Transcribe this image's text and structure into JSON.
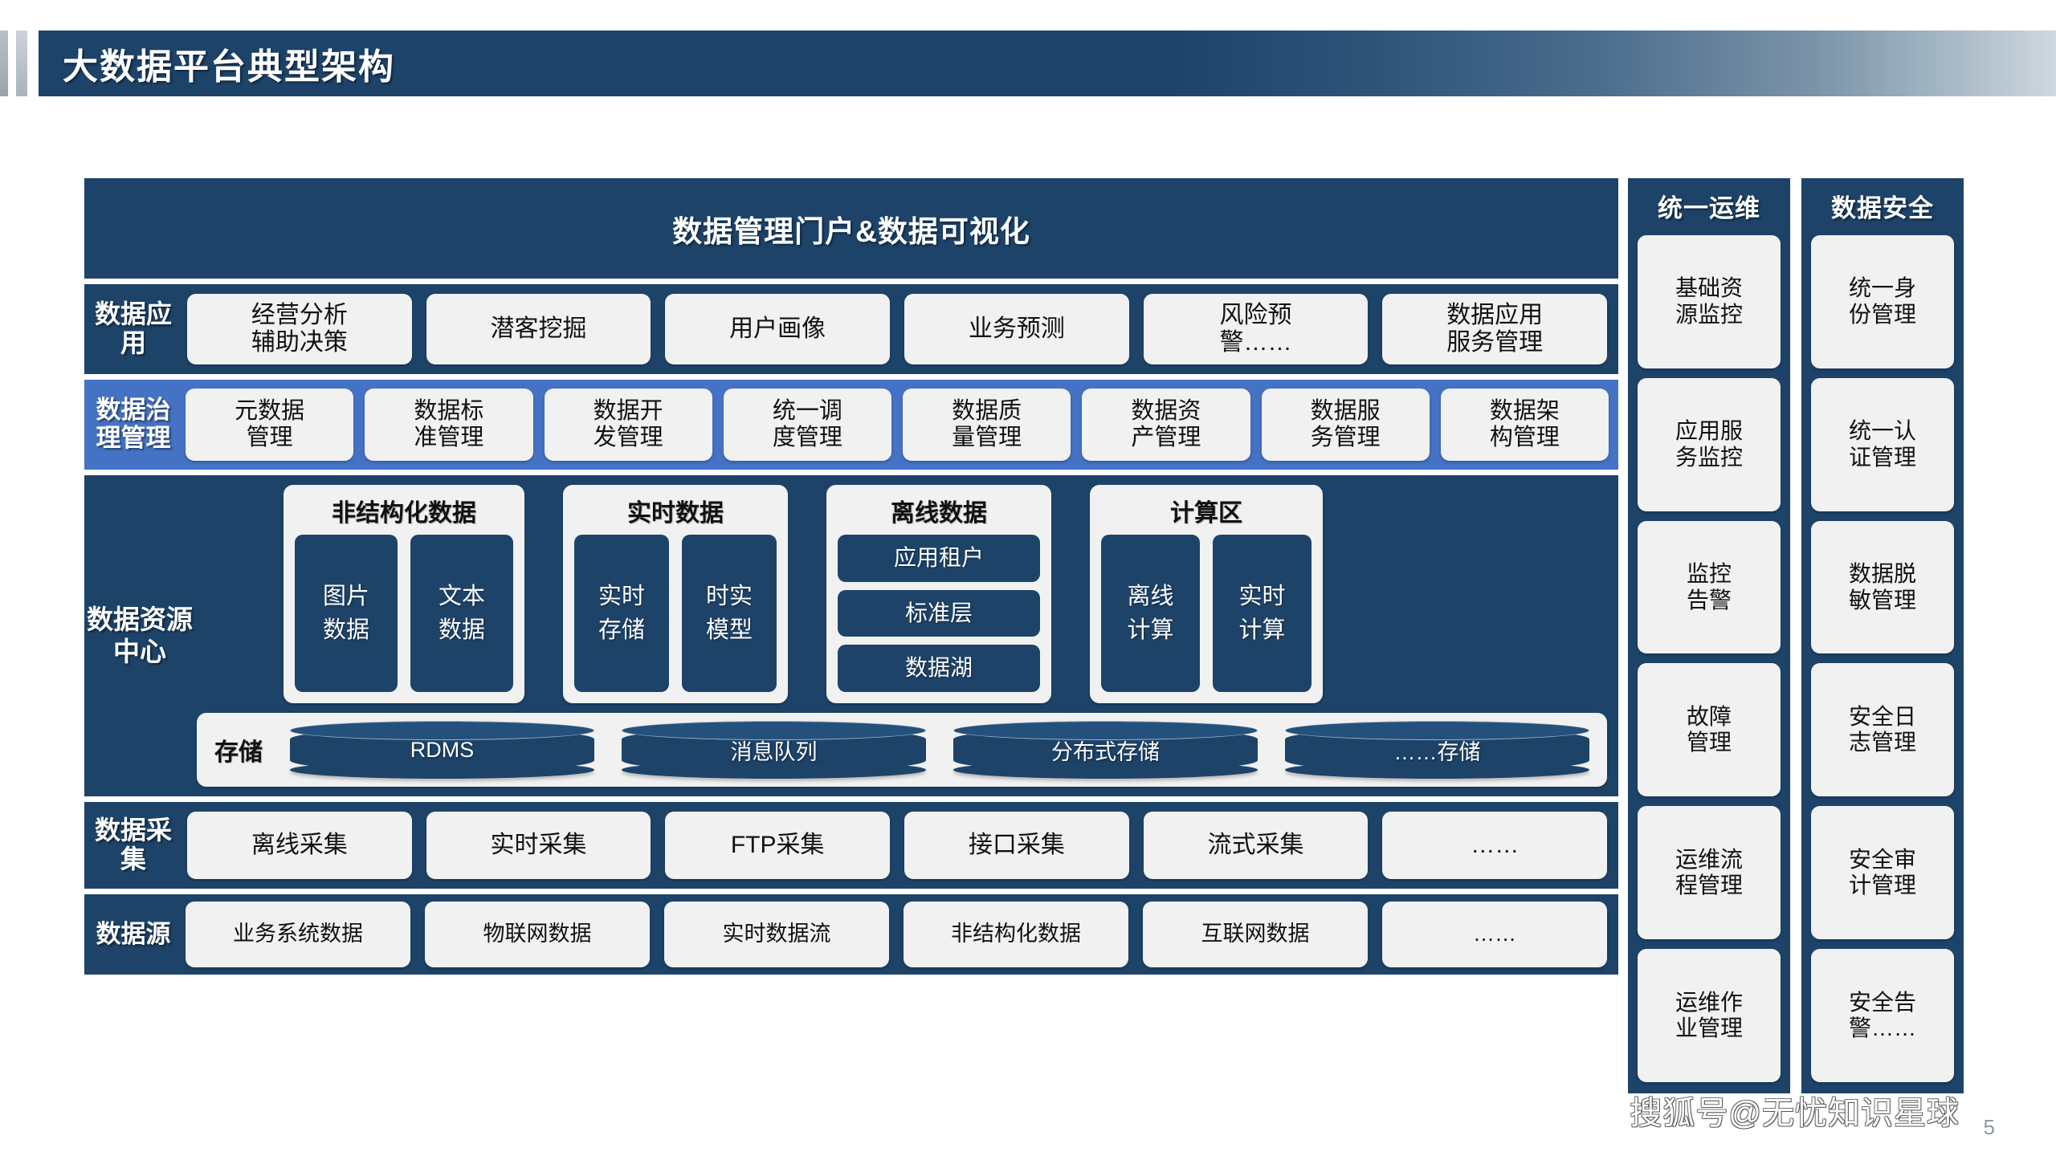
{
  "slide": {
    "title": "大数据平台典型架构",
    "watermark": "搜狐号@无忧知识星球",
    "page_number": "5"
  },
  "colors": {
    "dark_blue": "#1d4369",
    "accent_blue": "#4472c4",
    "card_gray": "#f1f1f1"
  },
  "portal": {
    "label": "数据管理门户&数据可视化"
  },
  "rows": {
    "application": {
      "label": "数据应用",
      "items": [
        "经营分析\n辅助决策",
        "潜客挖掘",
        "用户画像",
        "业务预测",
        "风险预\n警……",
        "数据应用\n服务管理"
      ]
    },
    "governance": {
      "label": "数据治理管理",
      "items": [
        "元数据\n管理",
        "数据标\n准管理",
        "数据开\n发管理",
        "统一调\n度管理",
        "数据质\n量管理",
        "数据资\n产管理",
        "数据服\n务管理",
        "数据架\n构管理"
      ]
    },
    "resource_center": {
      "label": "数据资源中心",
      "panels": [
        {
          "title": "非结构化数据",
          "layout": "side",
          "items": [
            "图片\n数据",
            "文本\n数据"
          ]
        },
        {
          "title": "实时数据",
          "layout": "side",
          "items": [
            "实时\n存储",
            "时实\n模型"
          ]
        },
        {
          "title": "离线数据",
          "layout": "stack",
          "items": [
            "应用租户",
            "标准层",
            "数据湖"
          ]
        },
        {
          "title": "计算区",
          "layout": "side",
          "items": [
            "离线\n计算",
            "实时\n计算"
          ]
        }
      ],
      "storage": {
        "label": "存储",
        "items": [
          "RDMS",
          "消息队列",
          "分布式存储",
          "……存储"
        ]
      }
    },
    "collection": {
      "label": "数据采集",
      "items": [
        "离线采集",
        "实时采集",
        "FTP采集",
        "接口采集",
        "流式采集",
        "……"
      ]
    },
    "source": {
      "label": "数据源",
      "items": [
        "业务系统数据",
        "物联网数据",
        "实时数据流",
        "非结构化数据",
        "互联网数据",
        "……"
      ]
    }
  },
  "side_columns": [
    {
      "title": "统一运维",
      "items": [
        "基础资\n源监控",
        "应用服\n务监控",
        "监控\n告警",
        "故障\n管理",
        "运维流\n程管理",
        "运维作\n业管理"
      ]
    },
    {
      "title": "数据安全",
      "items": [
        "统一身\n份管理",
        "统一认\n证管理",
        "数据脱\n敏管理",
        "安全日\n志管理",
        "安全审\n计管理",
        "安全告\n警……"
      ]
    }
  ]
}
